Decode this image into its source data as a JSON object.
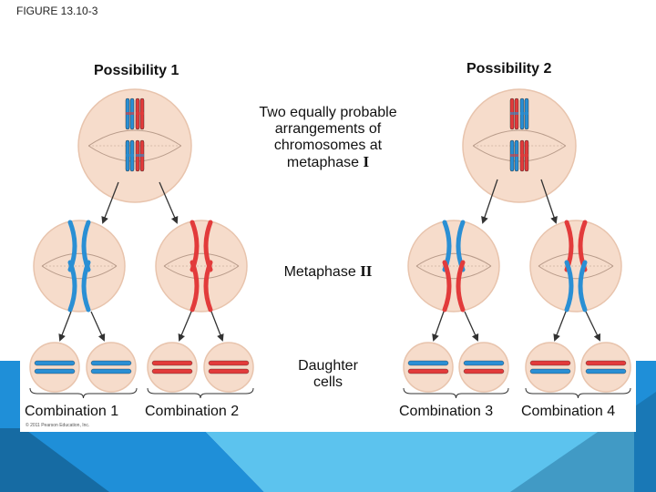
{
  "figure_label": "FIGURE 13.10-3",
  "possibility_1": "Possibility 1",
  "possibility_2": "Possibility 2",
  "metaphase1_label": {
    "lines": [
      "Two equally probable",
      "arrangements of",
      "chromosomes at"
    ],
    "last_prefix": "metaphase",
    "numeral": "I"
  },
  "metaphase2_label": {
    "prefix": "Metaphase",
    "numeral": "II"
  },
  "daughter_label": [
    "Daughter",
    "cells"
  ],
  "combinations": [
    "Combination 1",
    "Combination 2",
    "Combination 3",
    "Combination 4"
  ],
  "copyright": "© 2011 Pearson Education, Inc.",
  "colors": {
    "cell_fill": "#f6dccb",
    "cell_edge": "#e8c4ad",
    "spindle": "#b89b8a",
    "arrow": "#333333",
    "blue_chromosome": "#2a8fd4",
    "red_chromosome": "#e23b3b",
    "bg_blue": "#1f8fd8",
    "bg_light_blue": "#5cc3ee",
    "bg_dark": "#0f4e78"
  },
  "icons": {
    "arrow": "arrow-down-icon",
    "chromosome": "chromosome-shape",
    "brace": "brace-icon"
  }
}
